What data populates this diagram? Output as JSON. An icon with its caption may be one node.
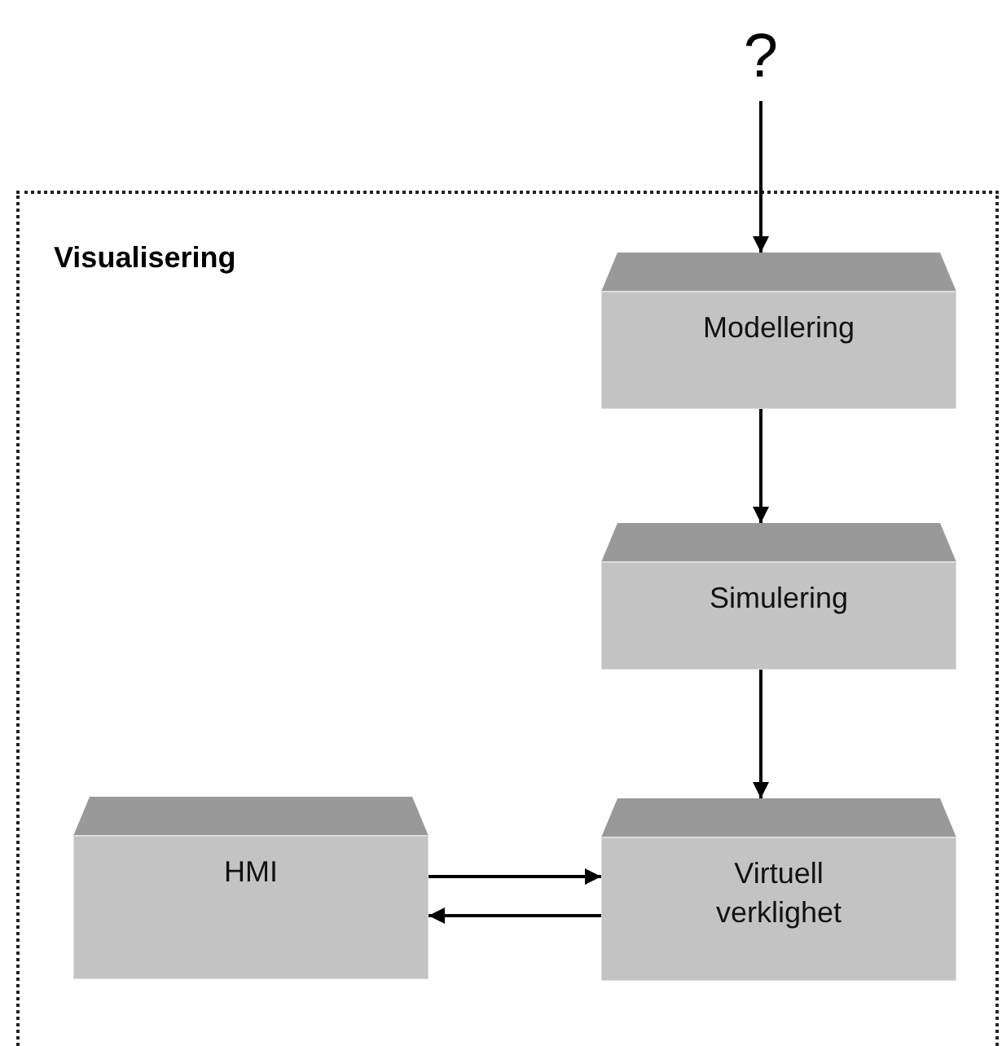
{
  "diagram": {
    "nodes": [
      {
        "text": [
          "Visualisering"
        ]
      },
      {
        "text": [
          "?"
        ]
      },
      {
        "text": [
          "Modellering"
        ],
        "in": 0
      },
      {
        "text": [
          "Simulering"
        ],
        "in": 0
      },
      {
        "text": [
          "HMI"
        ],
        "in": 0
      },
      {
        "text": [
          "Virtuell verklighet"
        ],
        "in": 0
      }
    ],
    "edges": [
      {
        "from": 1,
        "to": 2,
        "arrow": "to"
      },
      {
        "from": 2,
        "to": 3,
        "arrow": "to"
      },
      {
        "from": 3,
        "to": 5,
        "arrow": "to"
      },
      {
        "from": 4,
        "to": 5,
        "arrow": "to"
      },
      {
        "from": 5,
        "to": 4,
        "arrow": "to"
      }
    ]
  }
}
